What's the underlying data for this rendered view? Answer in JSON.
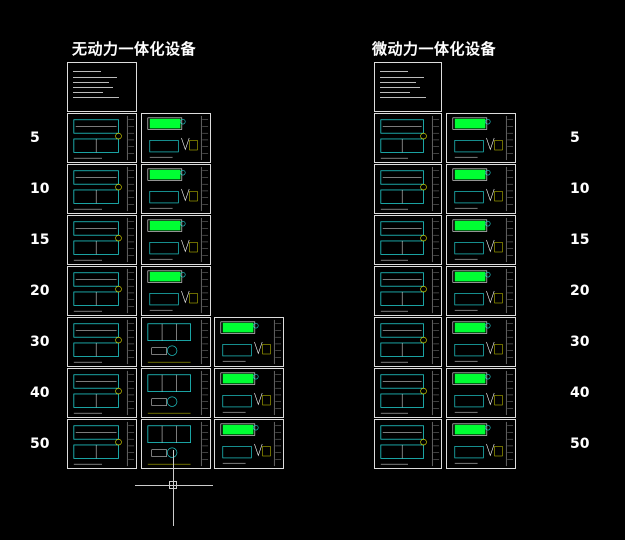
{
  "titles": {
    "left": "无动力一体化设备",
    "right": "微动力一体化设备"
  },
  "capacity_labels": [
    "5",
    "10",
    "15",
    "20",
    "30",
    "40",
    "50"
  ],
  "colors": {
    "background": "#000000",
    "sheet_border": "#dddddd",
    "fill_green": "#00ff33",
    "line_cyan": "#22d3d3",
    "line_white": "#ffffff",
    "line_yellow": "#e0e000"
  },
  "icons": [
    "crosshair-cursor-icon"
  ]
}
